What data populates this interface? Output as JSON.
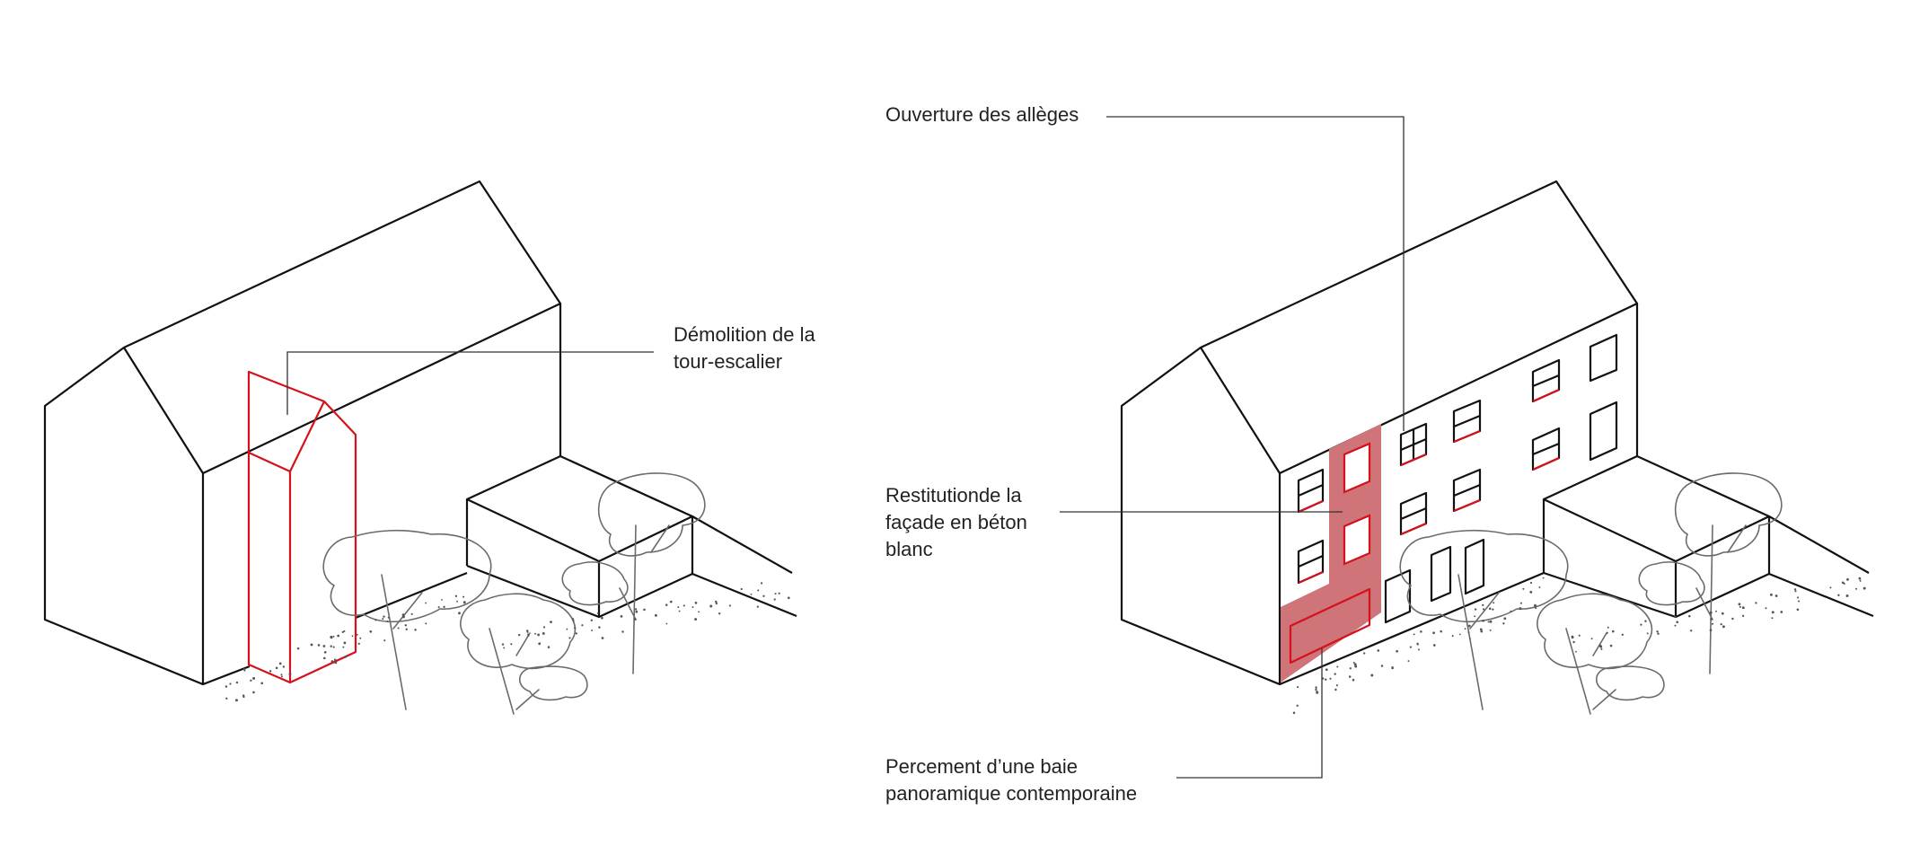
{
  "colors": {
    "line": "#111111",
    "highlight_red": "#d5121b",
    "highlight_fill": "#cf7478",
    "tree": "#6b6b6b",
    "background": "#ffffff"
  },
  "annotations": {
    "left": {
      "demolition": {
        "line1": "Démolition de la",
        "line2": "tour-escalier"
      }
    },
    "right": {
      "ouverture": {
        "line1": "Ouverture des allèges"
      },
      "restitution": {
        "line1": "Restitutionde la",
        "line2": "façade en béton",
        "line3": "blanc"
      },
      "percement": {
        "line1": "Percement d’une baie",
        "line2": "panoramique contemporaine"
      }
    }
  }
}
